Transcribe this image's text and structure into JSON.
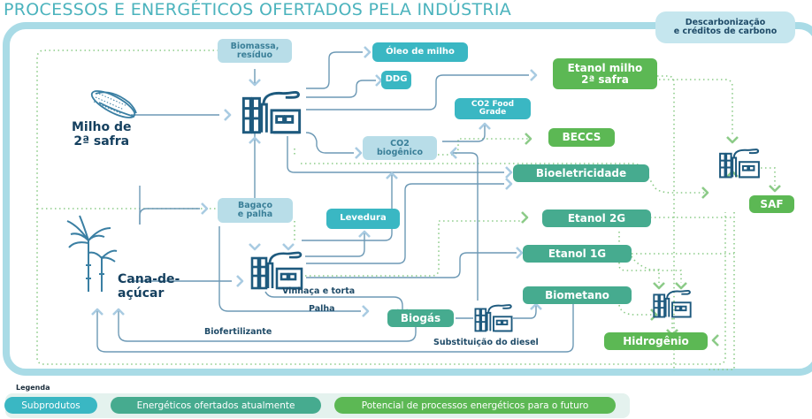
{
  "title": "PROCESSOS E ENERGÉTICOS OFERTADOS PELA INDÚSTRIA",
  "decarbonization_label": [
    "Descarbonização",
    "e créditos de carbono"
  ],
  "colors": {
    "subprodutos": "#3ab7c3",
    "energeticos_atuais": "#46ab8f",
    "potencial_futuro": "#5cb854",
    "intermediario": "#b8dde8",
    "frame": "#a9dbe6",
    "line": "#5f8fae",
    "dotted": "#7cc07a",
    "dark_text": "#15405f"
  },
  "sources": {
    "milho": [
      "Milho de",
      "2ª safra"
    ],
    "cana": [
      "Cana-de-",
      "açúcar"
    ]
  },
  "intermediates": {
    "biomassa": [
      "Biomassa,",
      "resíduo"
    ],
    "bagaco": [
      "Bagaço",
      "e palha"
    ],
    "co2_biogenico": [
      "CO2",
      "biogênico"
    ]
  },
  "subprodutos": {
    "oleo": "Óleo de milho",
    "ddg": "DDG",
    "co2_food": [
      "CO2 Food",
      "Grade"
    ],
    "levedura": "Levedura"
  },
  "energeticos_atuais": {
    "bioeletricidade": "Bioeletricidade",
    "etanol_2g": "Etanol 2G",
    "etanol_1g": "Etanol 1G",
    "biometano": "Biometano",
    "biogas": "Biogás"
  },
  "potencial_futuro": {
    "etanol_milho": [
      "Etanol milho",
      "2ª safra"
    ],
    "beccs": "BECCS",
    "saf": "SAF",
    "hidrogenio": "Hidrogênio"
  },
  "flow_labels": {
    "vinhaca": "Vinhaça e torta",
    "palha": "Palha",
    "biofertilizante": "Biofertilizante",
    "diesel": "Substituição do diesel"
  },
  "legend": {
    "title": "Legenda",
    "items": [
      {
        "label": "Subprodutos",
        "color": "#3ab7c3"
      },
      {
        "label": "Energéticos ofertados atualmente",
        "color": "#46ab8f"
      },
      {
        "label": "Potencial de processos energéticos para o futuro",
        "color": "#5cb854"
      }
    ]
  }
}
